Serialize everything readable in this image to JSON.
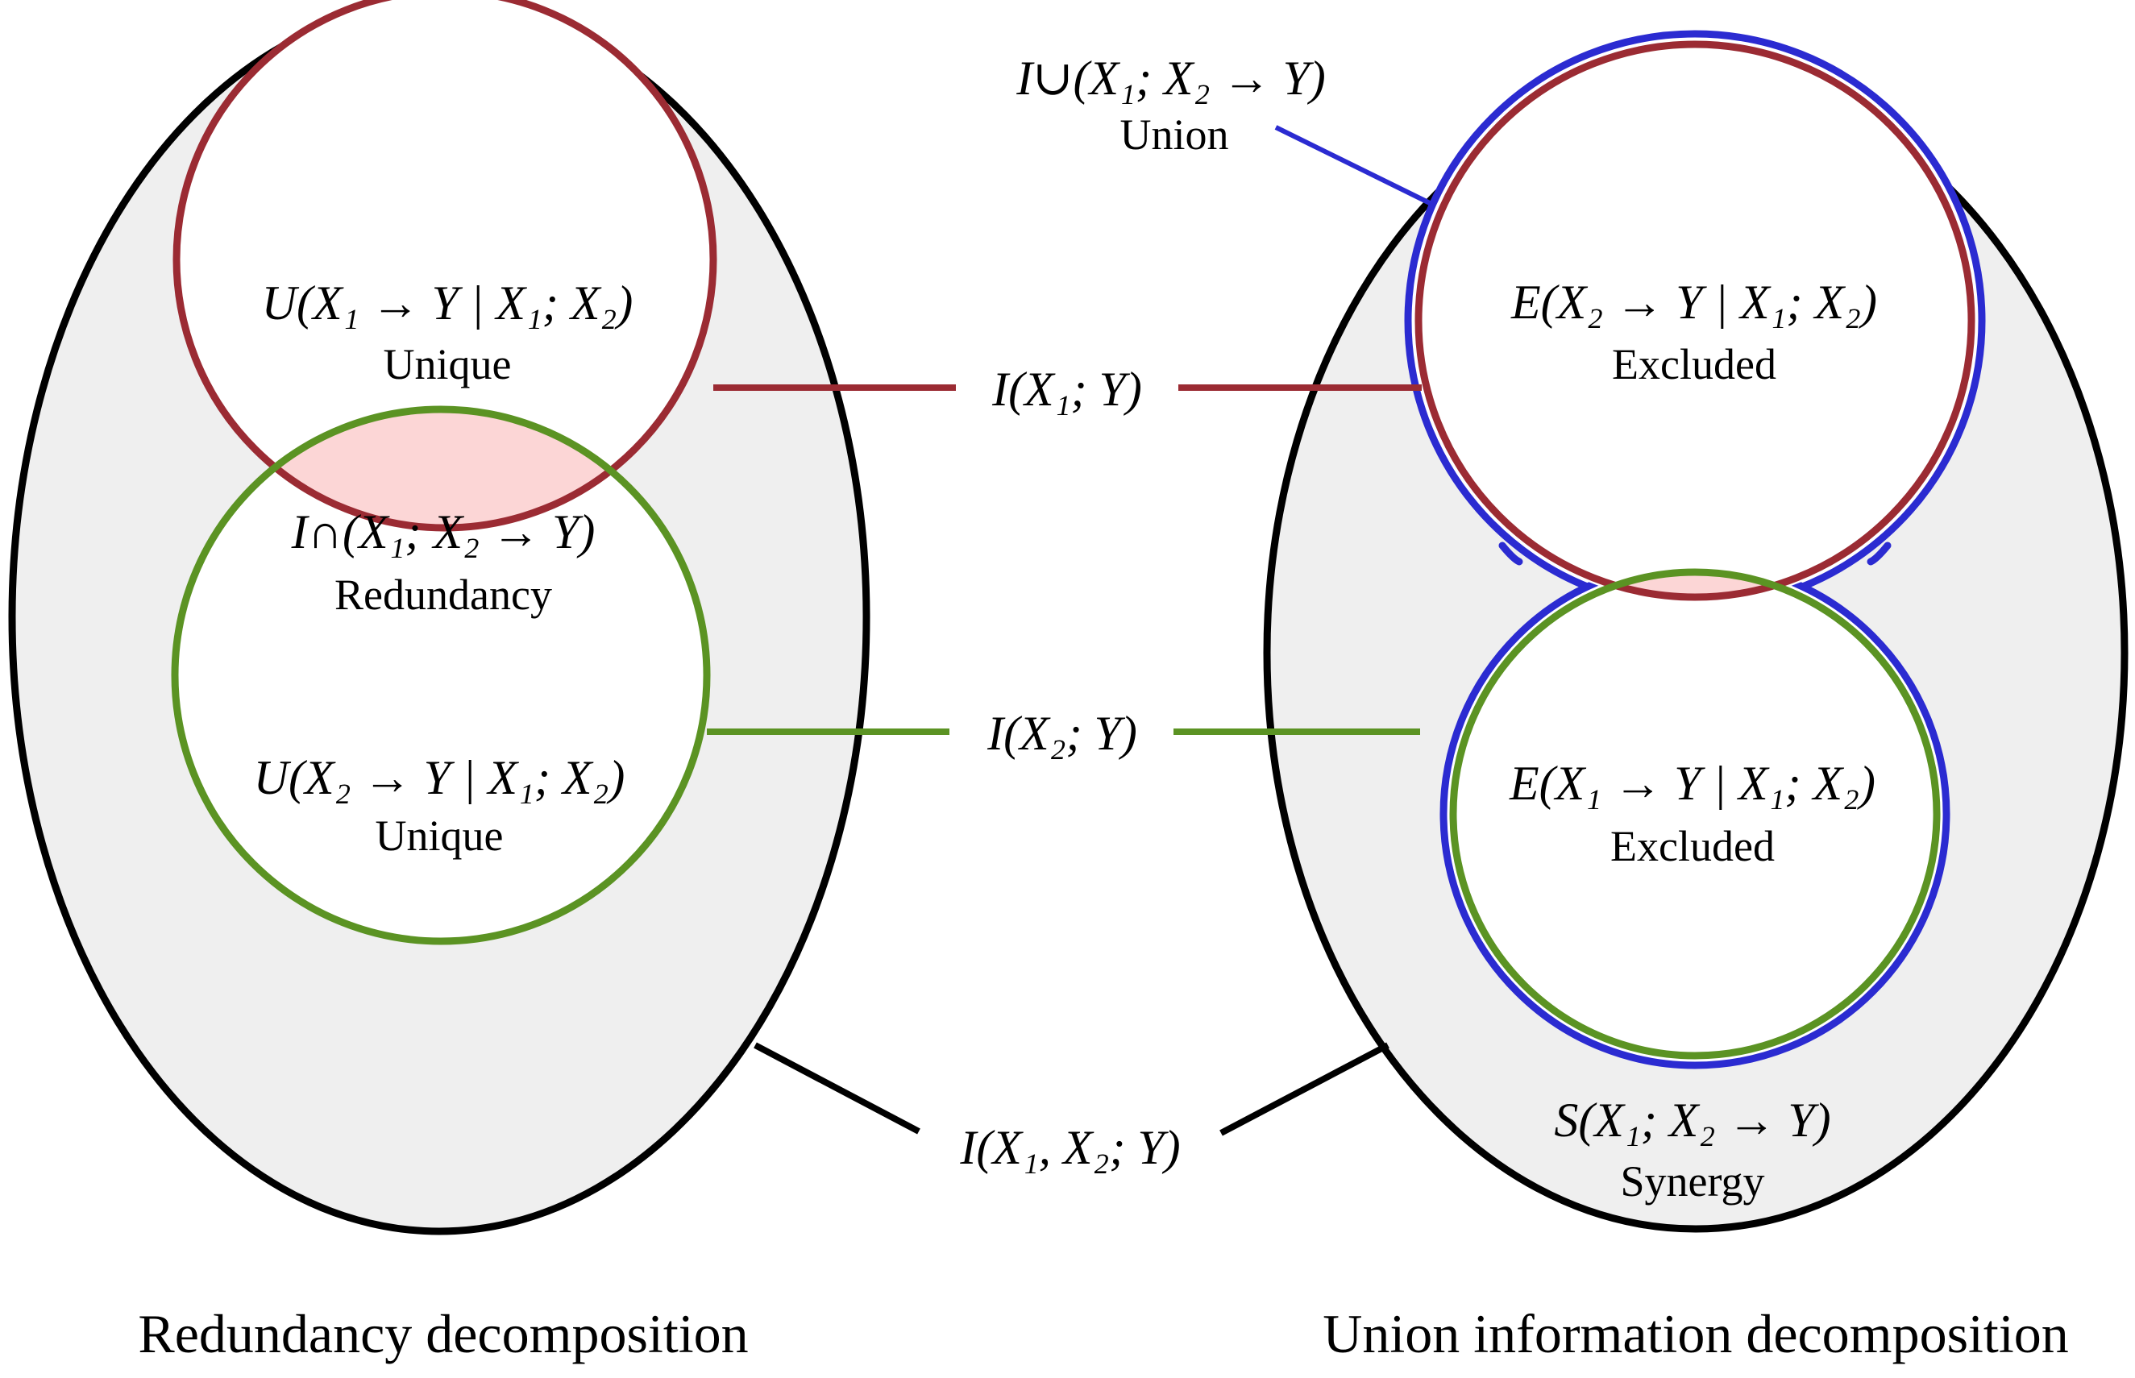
{
  "labels": {
    "left_unique_1_math": "U(X₁ → Y | X₁; X₂)",
    "left_unique_1_text": "Unique",
    "left_redundancy_math": "I∩(X₁; X₂ → Y)",
    "left_redundancy_text": "Redundancy",
    "left_unique_2_math": "U(X₂ → Y | X₁; X₂)",
    "left_unique_2_text": "Unique",
    "union_math": "I∪(X₁; X₂ → Y)",
    "union_text": "Union",
    "right_excluded_1_math": "E(X₂ → Y | X₁; X₂)",
    "right_excluded_1_text": "Excluded",
    "right_excluded_2_math": "E(X₁ → Y | X₁; X₂)",
    "right_excluded_2_text": "Excluded",
    "synergy_math": "S(X₁; X₂ → Y)",
    "synergy_text": "Synergy",
    "mi_x1": "I(X₁; Y)",
    "mi_x2": "I(X₂; Y)",
    "mi_joint": "I(X₁, X₂; Y)",
    "left_title": "Redundancy decomposition",
    "right_title": "Union information decomposition"
  },
  "colors": {
    "outer_fill": "#efefef",
    "outline": "#000000",
    "x1_circle": "#9b2b33",
    "x2_circle": "#5b9323",
    "union_outline": "#2b2bd1",
    "overlap_fill": "#fcd6d6",
    "circle_fill": "#ffffff"
  }
}
